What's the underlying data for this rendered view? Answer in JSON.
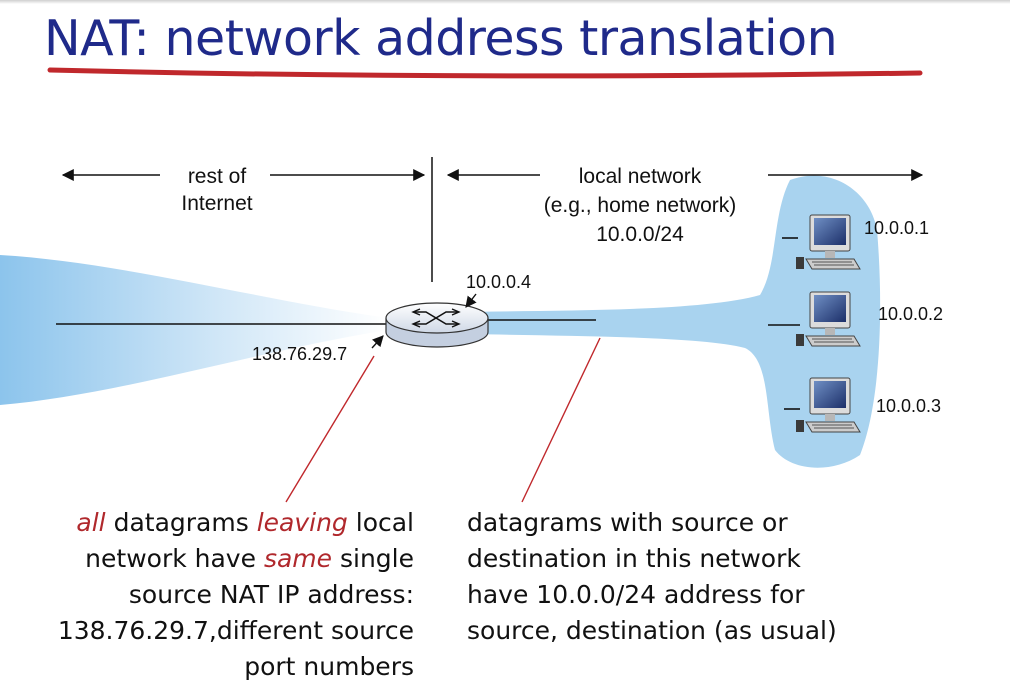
{
  "title": "NAT: network address translation",
  "regions": {
    "rest_of_internet": [
      "rest of",
      "Internet"
    ],
    "local_network": [
      "local network",
      "(e.g., home network)",
      "10.0.0/24"
    ]
  },
  "addresses": {
    "router_local": "10.0.0.4",
    "router_public": "138.76.29.7",
    "host1": "10.0.0.1",
    "host2": "10.0.0.2",
    "host3": "10.0.0.3"
  },
  "left_caption": {
    "l1_em": "all",
    "l1_a": " datagrams ",
    "l1_em2": "leaving",
    "l1_b": " local",
    "l2_a": "network have ",
    "l2_em": "same",
    "l2_b": " single",
    "l3": "source NAT IP address:",
    "l4": "138.76.29.7,different source",
    "l5": "port numbers"
  },
  "right_caption": {
    "l1": "datagrams with source or",
    "l2": "destination in this network",
    "l3": "have 10.0.0/24 address for",
    "l4": "source, destination (as usual)"
  },
  "colors": {
    "title": "#1f2a8a",
    "underline": "#c0282c",
    "network_blue": "#a9d3ef",
    "emphasis": "#b0282c"
  }
}
